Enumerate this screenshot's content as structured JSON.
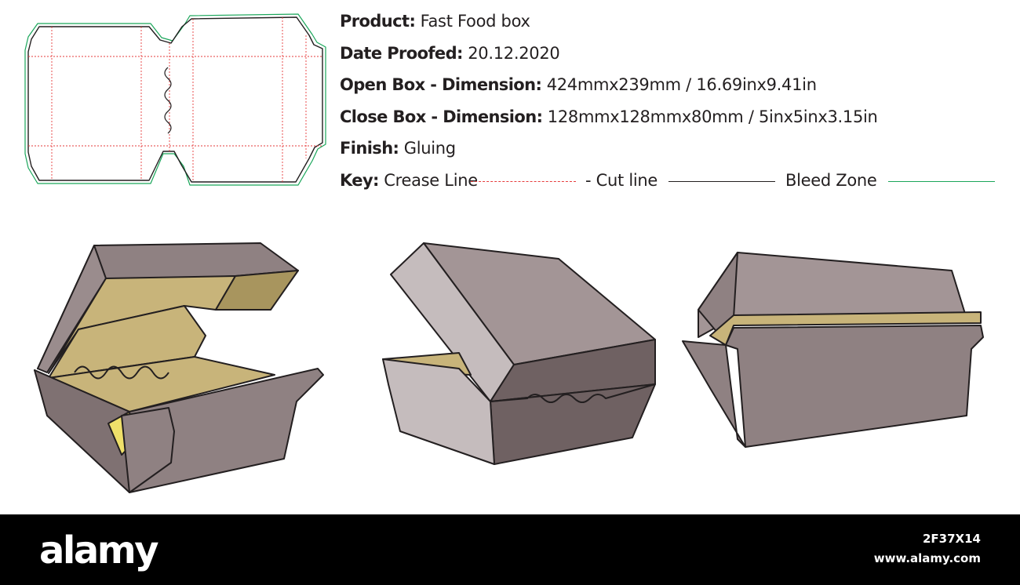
{
  "specs": [
    {
      "label": "Product:",
      "value": "Fast Food box"
    },
    {
      "label": "Date Proofed:",
      "value": "20.12.2020"
    },
    {
      "label": "Open Box - Dimension:",
      "value": "424mmx239mm / 16.69inx9.41in"
    },
    {
      "label": "Close Box - Dimension:",
      "value": "128mmx128mmx80mm / 5inx5inx3.15in"
    },
    {
      "label": "Finish:",
      "value": "Gluing"
    }
  ],
  "key": {
    "label": "Key:",
    "crease": {
      "text": "Crease Line",
      "color": "#e63b3b"
    },
    "cut": {
      "text": "- Cut line",
      "color": "#231f20"
    },
    "bleed": {
      "text": "Bleed Zone",
      "color": "#1aa65a"
    }
  },
  "colors": {
    "box_outer": "#8f8182",
    "box_outer_dark": "#6f6162",
    "box_light": "#c5bcbd",
    "box_inner": "#c8b47a",
    "box_inner_dark": "#a8955e",
    "tab_yellow": "#efe06a"
  },
  "footer": {
    "brand": "alamy",
    "image_id": "2F37X14",
    "site": "www.alamy.com"
  }
}
